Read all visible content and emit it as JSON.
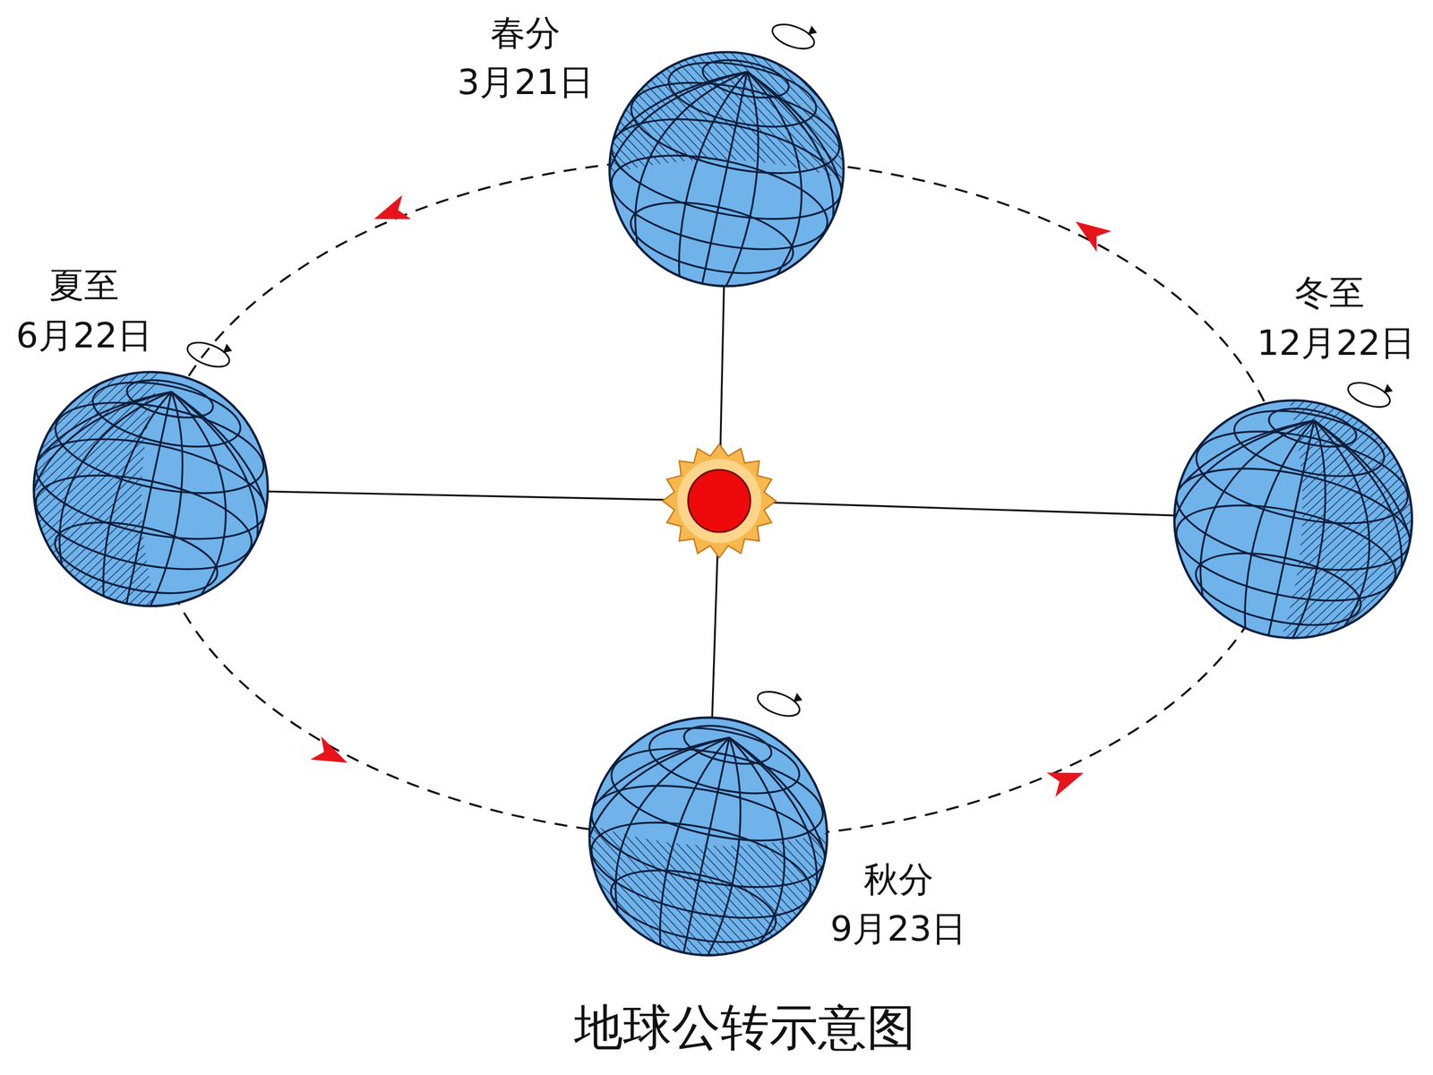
{
  "diagram": {
    "caption": "地球公转示意图",
    "labels": [
      "春分",
      "3月21日",
      "夏至",
      "6月22日",
      "冬至",
      "12月22日",
      "秋分",
      "9月23日"
    ]
  }
}
